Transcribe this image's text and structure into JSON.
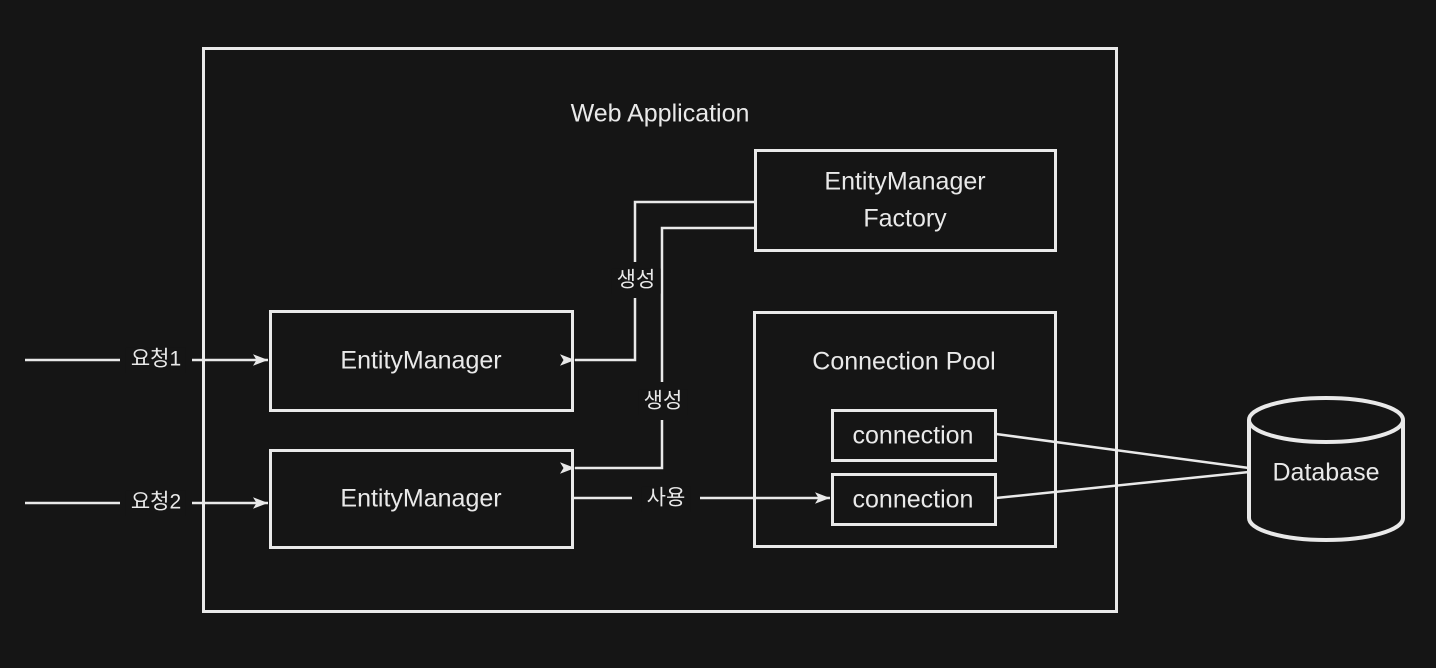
{
  "diagram": {
    "type": "architecture-diagram",
    "background_color": "#151515",
    "stroke_color": "#e9e9e9",
    "text_color": "#e9e9e9",
    "title": "Web Application",
    "containers": [
      {
        "id": "web-application",
        "label": "Web Application",
        "shape": "rectangle"
      },
      {
        "id": "connection-pool",
        "label": "Connection Pool",
        "shape": "rectangle"
      }
    ],
    "nodes": [
      {
        "id": "entity-manager-factory",
        "label_line1": "EntityManager",
        "label_line2": "Factory",
        "shape": "rectangle"
      },
      {
        "id": "entity-manager-1",
        "label": "EntityManager",
        "shape": "rectangle"
      },
      {
        "id": "entity-manager-2",
        "label": "EntityManager",
        "shape": "rectangle"
      },
      {
        "id": "connection-1",
        "label": "connection",
        "shape": "rectangle"
      },
      {
        "id": "connection-2",
        "label": "connection",
        "shape": "rectangle"
      },
      {
        "id": "database",
        "label": "Database",
        "shape": "cylinder"
      }
    ],
    "edges": [
      {
        "id": "request-1",
        "label": "요청1",
        "from": "external",
        "to": "entity-manager-1"
      },
      {
        "id": "request-2",
        "label": "요청2",
        "from": "external",
        "to": "entity-manager-2"
      },
      {
        "id": "create-1",
        "label": "생성",
        "from": "entity-manager-factory",
        "to": "entity-manager-1"
      },
      {
        "id": "create-2",
        "label": "생성",
        "from": "entity-manager-factory",
        "to": "entity-manager-2"
      },
      {
        "id": "use-1",
        "label": "사용",
        "from": "entity-manager-2",
        "to": "connection-2"
      },
      {
        "id": "db-link-1",
        "label": "",
        "from": "connection-1",
        "to": "database"
      },
      {
        "id": "db-link-2",
        "label": "",
        "from": "connection-2",
        "to": "database"
      }
    ]
  },
  "labels": {
    "web_application": "Web Application",
    "connection_pool": "Connection Pool",
    "emf_line1": "EntityManager",
    "emf_line2": "Factory",
    "entity_manager_1": "EntityManager",
    "entity_manager_2": "EntityManager",
    "connection_1": "connection",
    "connection_2": "connection",
    "database": "Database",
    "request_1": "요청1",
    "request_2": "요청2",
    "create_1": "생성",
    "create_2": "생성",
    "use": "사용"
  }
}
